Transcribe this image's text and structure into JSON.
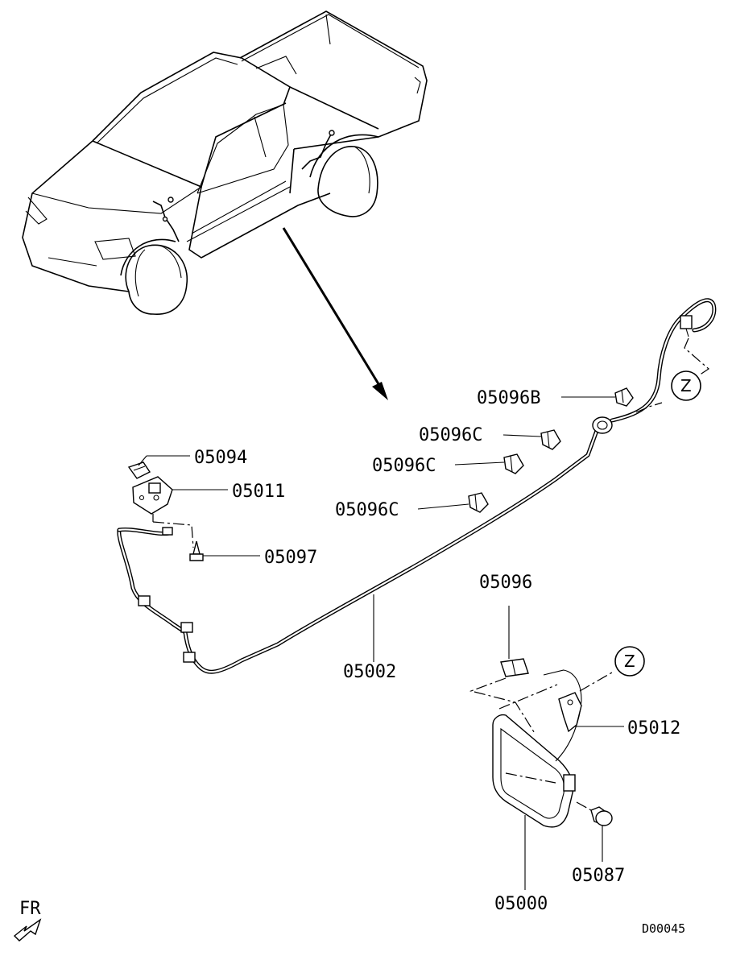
{
  "diagram_code": "D00045",
  "direction_label": "FR",
  "parts": [
    {
      "id": "05096b",
      "number": "05096B"
    },
    {
      "id": "05096c-1",
      "number": "05096C"
    },
    {
      "id": "05096c-2",
      "number": "05096C"
    },
    {
      "id": "05096c-3",
      "number": "05096C"
    },
    {
      "id": "05094",
      "number": "05094"
    },
    {
      "id": "05011",
      "number": "05011"
    },
    {
      "id": "05097",
      "number": "05097"
    },
    {
      "id": "05002",
      "number": "05002"
    },
    {
      "id": "05096",
      "number": "05096"
    },
    {
      "id": "05012",
      "number": "05012"
    },
    {
      "id": "05087",
      "number": "05087"
    },
    {
      "id": "05000",
      "number": "05000"
    }
  ],
  "callouts": [
    {
      "id": "z-top",
      "letter": "Z"
    },
    {
      "id": "z-bottom",
      "letter": "Z"
    }
  ],
  "colors": {
    "ink": "#000000",
    "paper": "#ffffff"
  }
}
